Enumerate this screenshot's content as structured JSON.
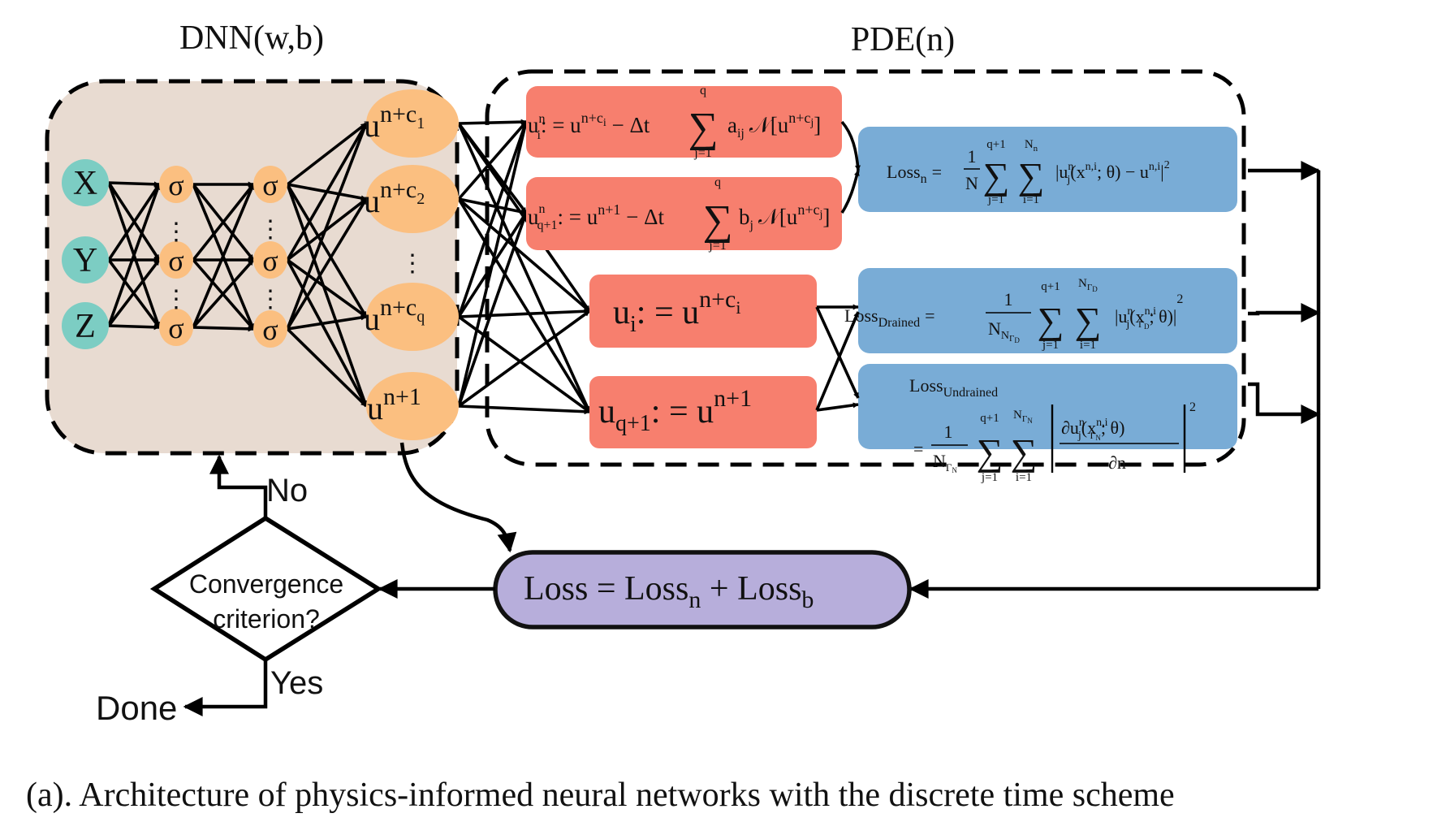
{
  "title": "",
  "section_labels": {
    "dnn": "DNN(w,b)",
    "pde": "PDE(n)"
  },
  "inputs": [
    "X",
    "Y",
    "Z"
  ],
  "activation_symbol": "σ",
  "vertical_ellipsis": "⋮",
  "outputs": {
    "o1_base": "u",
    "o1_sup": "n+c",
    "o1_sub": "1",
    "o2_base": "u",
    "o2_sup": "n+c",
    "o2_sub": "2",
    "o3_base": "u",
    "o3_sup": "n+c",
    "o3_sub": "q",
    "o4_base": "u",
    "o4_sup": "n+1"
  },
  "equations": {
    "eq1_lhs": "u",
    "eq1_lhs_sub": "i",
    "eq1_lhs_sup": "n",
    "eq1_mid": ": = u",
    "eq1_mid_sup": "n+c",
    "eq1_mid_sup_sub": "i",
    "eq1_minus": " − Δt",
    "eq1_sum_top": "q",
    "eq1_sum_bot": "j=1",
    "eq1_coef": "a",
    "eq1_coef_sub": "ij",
    "eq1_op": "𝒩[u",
    "eq1_op_sup": "n+c",
    "eq1_op_sup_sub": "j",
    "eq1_close": "]",
    "eq2_lhs": "u",
    "eq2_lhs_sub": "q+1",
    "eq2_lhs_sup": "n",
    "eq2_mid": ": = u",
    "eq2_mid_sup": "n+1",
    "eq2_minus": " − Δt",
    "eq2_sum_top": "q",
    "eq2_sum_bot": "j=1",
    "eq2_coef": "b",
    "eq2_coef_sub": "j",
    "eq2_op": "𝒩[u",
    "eq2_op_sup": "n+c",
    "eq2_op_sup_sub": "j",
    "eq2_close": "]",
    "eq3_base": "u",
    "eq3_sub": "i",
    "eq3_mid": ": = u",
    "eq3_sup": "n+c",
    "eq3_sup_sub": "i",
    "eq4_base": "u",
    "eq4_sub": "q+1",
    "eq4_mid": ": = u",
    "eq4_sup": "n+1"
  },
  "losses": {
    "ln_label": "Loss",
    "ln_sub": "n",
    "ln_eq": "=",
    "ln_frac_num": "1",
    "ln_frac_den": "N",
    "ln_sum1_top": "q+1",
    "ln_sum1_bot": "j=1",
    "ln_sum2_top": "N",
    "ln_sum2_top_sub": "n",
    "ln_sum2_bot": "i=1",
    "ln_body": "|u",
    "ln_body_sub": "j",
    "ln_body_sup": "n",
    "ln_body2": "(x",
    "ln_body2_sup": "n,i",
    "ln_body3": "; θ) − u",
    "ln_body3_sup": "n,i",
    "ln_body4": "|",
    "ln_body4_sup": "2",
    "ld_label": "Loss",
    "ld_sub": "Drained",
    "ld_eq": "=",
    "ld_frac_num": "1",
    "ld_frac_den": "N",
    "ld_frac_den_sub": "N",
    "ld_frac_den_sub2": "Γ",
    "ld_frac_den_sub3": "D",
    "ld_sum1_top": "q+1",
    "ld_sum1_bot": "j=1",
    "ld_sum2_top": "N",
    "ld_sum2_top_sub": "Γ",
    "ld_sum2_top_sub2": "D",
    "ld_sum2_bot": "i=1",
    "ld_body": "|u",
    "ld_body_sub": "j",
    "ld_body_sup": "n",
    "ld_body2": "(x",
    "ld_body2_sup": "n,i",
    "ld_body2_sub": "Γ",
    "ld_body2_sub2": "D",
    "ld_body3": "; θ)|",
    "ld_body3_sup": "2",
    "lu_label": "Loss",
    "lu_sub": "Undrained",
    "lu_eq": "=",
    "lu_frac_num": "1",
    "lu_frac_den": "N",
    "lu_frac_den_sub": "Γ",
    "lu_frac_den_sub2": "N",
    "lu_sum1_top": "q+1",
    "lu_sum1_bot": "j=1",
    "lu_sum2_top": "N",
    "lu_sum2_top_sub": "Γ",
    "lu_sum2_top_sub2": "N",
    "lu_sum2_bot": "i=1",
    "lu_body_num": "∂u",
    "lu_body_num_sub": "j",
    "lu_body_num_sup": "n",
    "lu_body_num2": "(x",
    "lu_body_num2_sup": "n,i",
    "lu_body_num2_sub": "Γ",
    "lu_body_num2_sub2": "N",
    "lu_body_num3": "; θ)",
    "lu_body_den": "∂n",
    "lu_body_sup": "2",
    "total_label": "Loss = Loss",
    "total_sub1": "n",
    "total_plus": " + Loss",
    "total_sub2": "b"
  },
  "flow": {
    "decision_line1": "Convergence",
    "decision_line2": "criterion?",
    "no_label": "No",
    "yes_label": "Yes",
    "done_label": "Done"
  },
  "caption": "(a). Architecture of physics-informed neural networks with the discrete time scheme",
  "colors": {
    "dnn_bg": "#e8dbd1",
    "input_node": "#7ccdc3",
    "hidden_node": "#fbbf80",
    "output_node": "#fbbf80",
    "eq_box": "#f77f6e",
    "loss_box": "#79acd6",
    "total_loss": "#b7aedb"
  }
}
